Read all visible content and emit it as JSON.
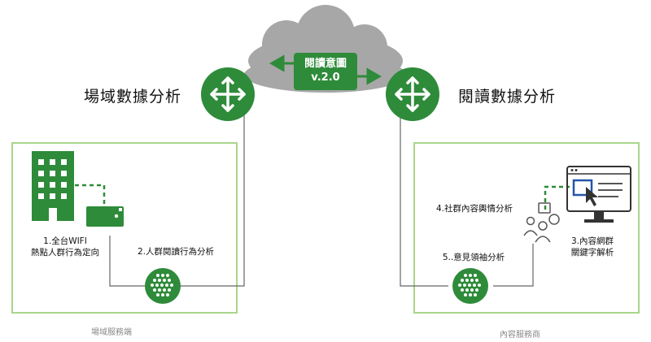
{
  "cloud": {
    "title": "閱讀意圖",
    "version": "v.2.0"
  },
  "left": {
    "heading": "場域數據分析",
    "wifi_label_line1": "1.全台WIFI",
    "wifi_label_line2": "熱點人群行為定向",
    "behavior_label": "2.人群閱讀行為分析",
    "caption": "場域服務端"
  },
  "right": {
    "heading": "閱讀數據分析",
    "social_label": "4.社群內容輿情分析",
    "leader_label": "5..意見領袖分析",
    "keyword_label_line1": "3.內容網群",
    "keyword_label_line2": "關鍵字解析",
    "caption": "內容服務商"
  },
  "colors": {
    "green": "#2e8b3a",
    "box_border": "#a9d68a",
    "cloud": "#a7a7a7",
    "line": "#666666"
  }
}
